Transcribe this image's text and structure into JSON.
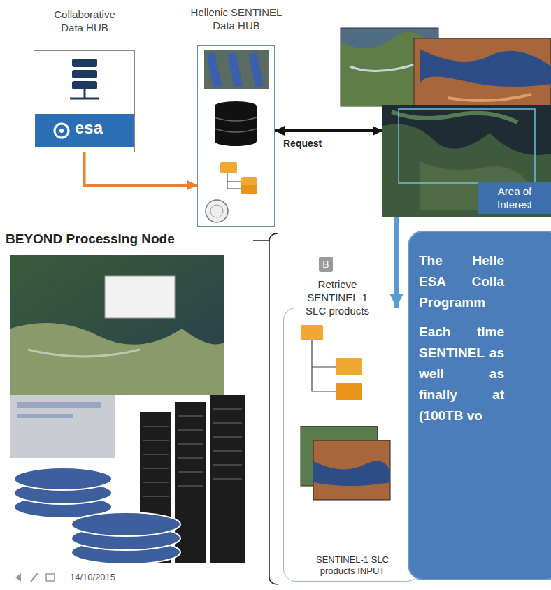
{
  "diagram": {
    "nodes": [
      {
        "text": [
          "Collaborative Data HUB",
          "esa"
        ]
      },
      {
        "text": [
          "Hellenic SENTINEL Data HUB"
        ]
      },
      {
        "text": [
          "Area of Interest"
        ]
      },
      {
        "text": [
          "B"
        ]
      },
      {
        "text": [
          "SENTINEL-1 SLC products INPUT"
        ]
      },
      {
        "text": [
          "The Helle ESA Colla Programm",
          "Each time SENTINEL as well as finally at (100TB vo"
        ]
      }
    ],
    "edges": [
      {
        "from": 0,
        "to": 1,
        "arrow": "to"
      },
      {
        "from": 1,
        "to": 2,
        "label": "Request",
        "arrow": "both"
      },
      {
        "from": 2,
        "to": 4,
        "arrow": "to"
      }
    ],
    "labels": [
      "BEYOND Processing Node",
      "Retrieve SENTINEL-1 SLC products",
      "14/10/2015"
    ]
  }
}
